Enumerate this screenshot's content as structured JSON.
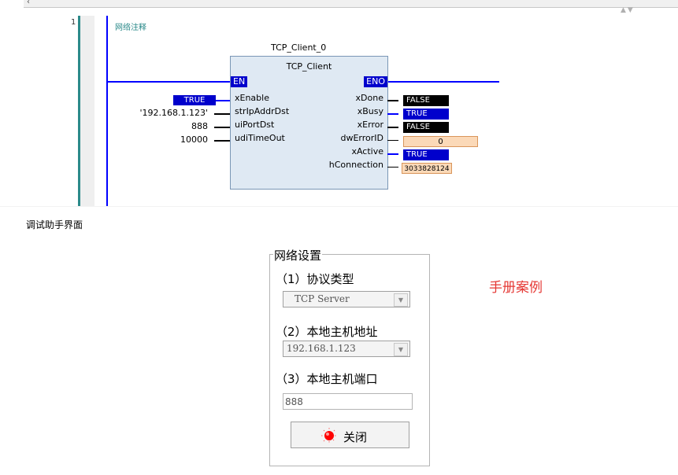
{
  "editor": {
    "rung_number": "1",
    "network_comment": "网络注释",
    "block": {
      "instance": "TCP_Client_0",
      "type": "TCP_Client",
      "en": "EN",
      "eno": "ENO",
      "inputs": [
        {
          "pin": "xEnable",
          "value": "TRUE"
        },
        {
          "pin": "strIpAddrDst",
          "value": "'192.168.1.123'"
        },
        {
          "pin": "uiPortDst",
          "value": "888"
        },
        {
          "pin": "udiTimeOut",
          "value": "10000"
        }
      ],
      "outputs": [
        {
          "pin": "xDone",
          "value": "FALSE",
          "style": "black"
        },
        {
          "pin": "xBusy",
          "value": "TRUE",
          "style": "blue"
        },
        {
          "pin": "xError",
          "value": "FALSE",
          "style": "black"
        },
        {
          "pin": "dwErrorID",
          "value": "0",
          "style": "number"
        },
        {
          "pin": "xActive",
          "value": "TRUE",
          "style": "blue"
        },
        {
          "pin": "hConnection",
          "value": "3033828124",
          "style": "number"
        }
      ]
    }
  },
  "caption": "调试助手界面",
  "dialog": {
    "group_title": "网络设置",
    "protocol_label": "（1）协议类型",
    "protocol_value": "TCP Server",
    "host_label": "（2）本地主机地址",
    "host_value": "192.168.1.123",
    "port_label": "（3）本地主机端口",
    "port_value": "888",
    "close_label": "关闭"
  },
  "annotation": "手册案例",
  "colors": {
    "rail_blue": "#0000ff",
    "tag_blue": "#0000cc",
    "teal": "#2b8a8a",
    "block_fill": "#dfe9f3",
    "number_fill": "#fbd9b8",
    "annotation_red": "#e53935",
    "led_red": "#ff0000"
  },
  "icons": {
    "scroll_left": "chevron-left-icon",
    "led": "red-led-icon",
    "dropdown": "chevron-down-icon"
  }
}
